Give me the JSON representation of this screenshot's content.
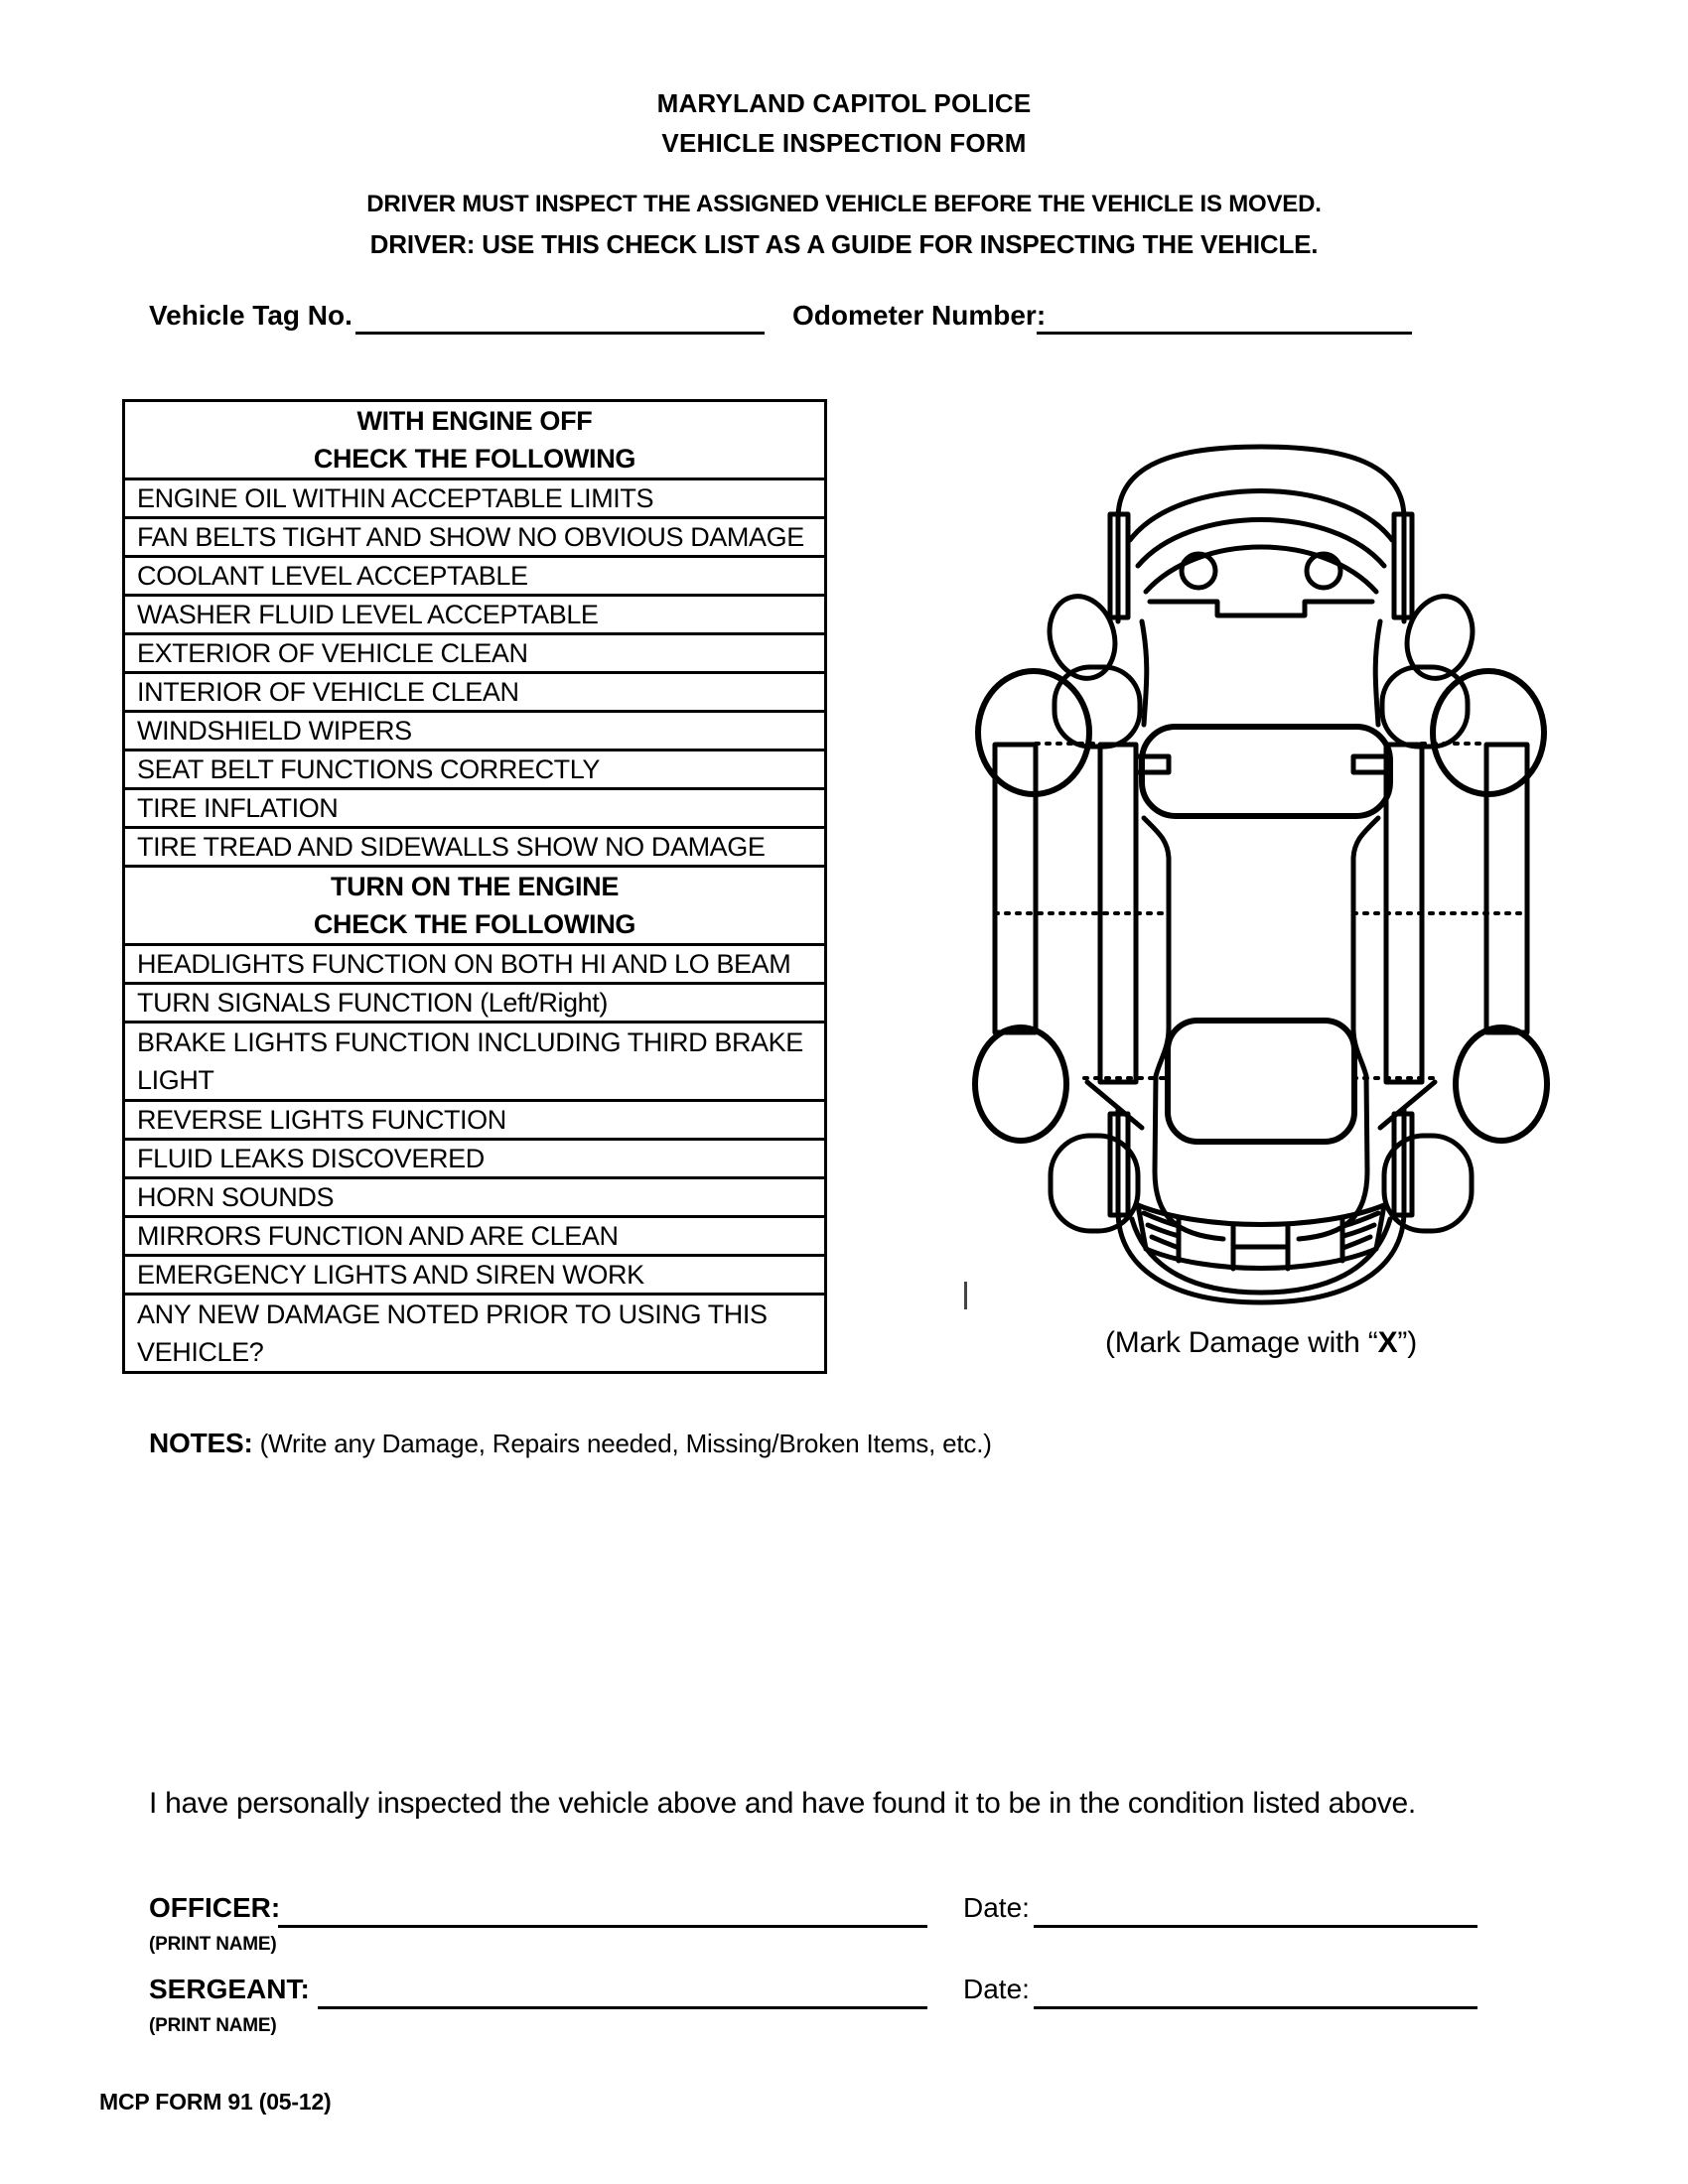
{
  "colors": {
    "ink": "#000000",
    "paper": "#ffffff"
  },
  "header": {
    "title_line1": "MARYLAND CAPITOL POLICE",
    "title_line2": "VEHICLE INSPECTION FORM",
    "instruction_line1": "DRIVER MUST INSPECT THE ASSIGNED VEHICLE BEFORE THE VEHICLE IS MOVED.",
    "instruction_line2": "DRIVER: USE THIS CHECK LIST AS A GUIDE FOR INSPECTING THE VEHICLE."
  },
  "fields": {
    "vehicle_tag_label": "Vehicle Tag No.",
    "vehicle_tag_value": "",
    "odometer_label": "Odometer Number:",
    "odometer_value": ""
  },
  "checklist": {
    "header1": "WITH ENGINE OFF\nCHECK THE FOLLOWING",
    "items1": [
      "ENGINE OIL WITHIN ACCEPTABLE LIMITS",
      "FAN BELTS TIGHT AND SHOW NO OBVIOUS DAMAGE",
      "COOLANT LEVEL ACCEPTABLE",
      "WASHER FLUID LEVEL ACCEPTABLE",
      "EXTERIOR OF VEHICLE CLEAN",
      "INTERIOR OF VEHICLE CLEAN",
      "WINDSHIELD WIPERS",
      "SEAT BELT FUNCTIONS CORRECTLY",
      "TIRE INFLATION",
      "TIRE TREAD AND SIDEWALLS SHOW NO DAMAGE"
    ],
    "header2": "TURN ON THE ENGINE\nCHECK THE FOLLOWING",
    "items2": [
      "HEADLIGHTS FUNCTION ON BOTH HI AND LO BEAM",
      "TURN SIGNALS FUNCTION (Left/Right)",
      "BRAKE LIGHTS FUNCTION INCLUDING THIRD BRAKE\nLIGHT",
      "REVERSE LIGHTS FUNCTION",
      "FLUID LEAKS DISCOVERED",
      "HORN SOUNDS",
      "MIRRORS FUNCTION AND ARE CLEAN",
      "EMERGENCY LIGHTS AND SIREN WORK",
      "ANY NEW DAMAGE NOTED PRIOR TO USING THIS\nVEHICLE?"
    ]
  },
  "diagram": {
    "caption_prefix": "(Mark Damage with “",
    "caption_x": "X",
    "caption_suffix": "”)"
  },
  "notes": {
    "label": "NOTES:",
    "hint": " (Write any Damage, Repairs needed, Missing/Broken Items, etc.)",
    "value": ""
  },
  "signature": {
    "statement": "I have personally inspected the vehicle above and have found it to be in the condition listed above.",
    "officer_label": "OFFICER:",
    "officer_value": "",
    "sergeant_label": "SERGEANT:",
    "sergeant_value": "",
    "date_label": "Date:",
    "officer_date_value": "",
    "sergeant_date_value": "",
    "print_name_label": "(PRINT NAME)"
  },
  "footer": {
    "form_number": "MCP FORM 91 (05-12)"
  }
}
